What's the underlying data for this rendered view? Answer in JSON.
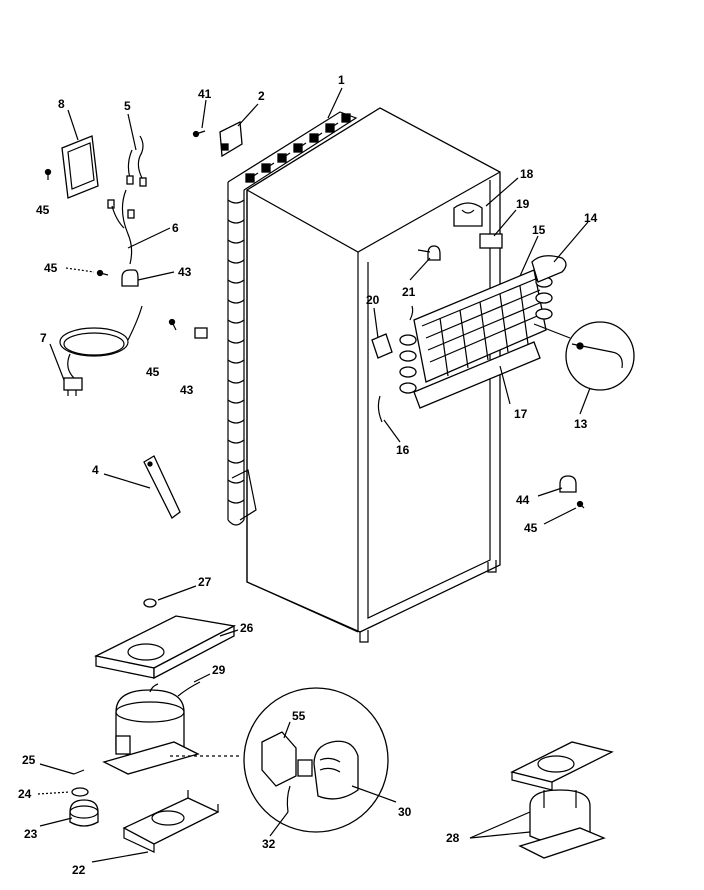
{
  "diagram": {
    "callouts": [
      "1",
      "2",
      "41",
      "8",
      "5",
      "45",
      "6",
      "45",
      "43",
      "7",
      "45",
      "43",
      "4",
      "18",
      "19",
      "15",
      "14",
      "21",
      "20",
      "13",
      "17",
      "16",
      "44",
      "45",
      "27",
      "26",
      "29",
      "55",
      "25",
      "24",
      "23",
      "22",
      "30",
      "32",
      "28"
    ]
  }
}
